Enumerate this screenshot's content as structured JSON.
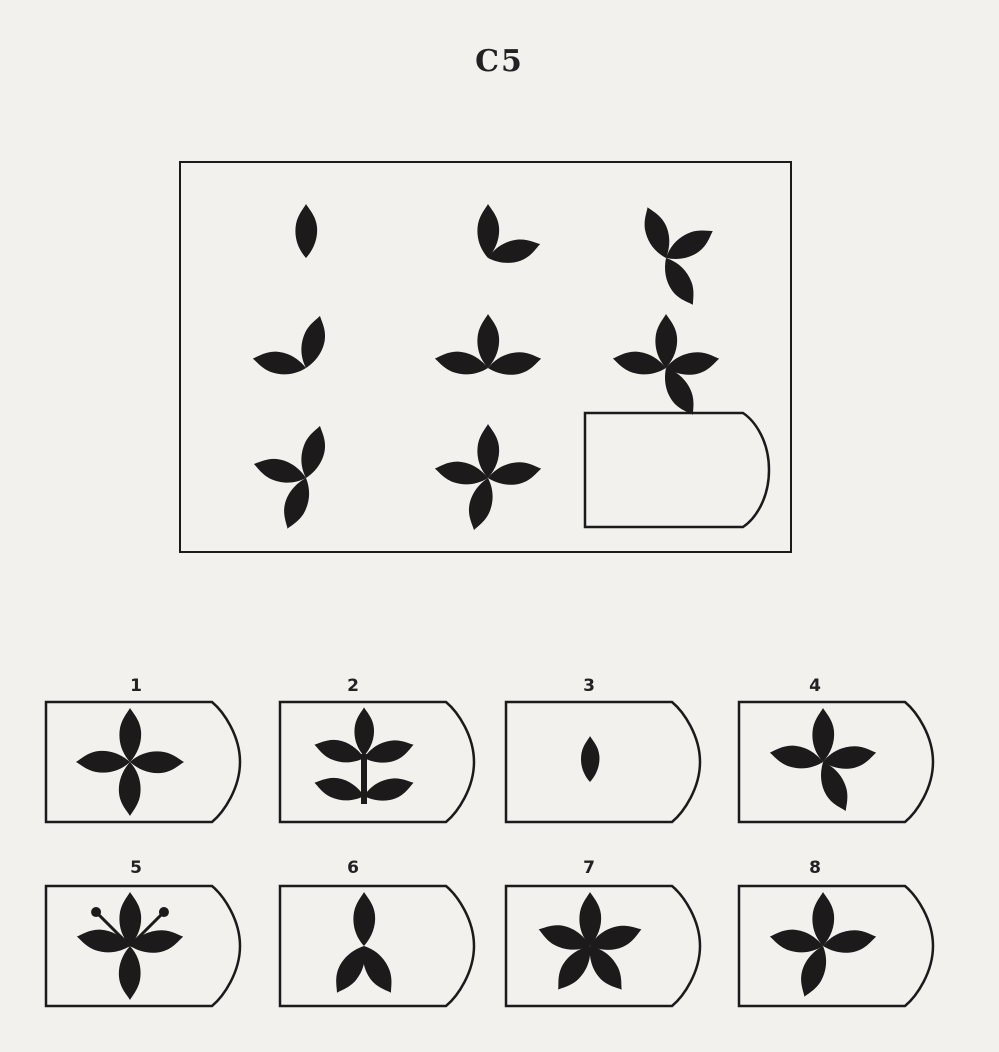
{
  "page": {
    "title": "C5"
  },
  "matrix": {
    "cells": [
      {
        "id": "r1c1",
        "petals": [
          0
        ]
      },
      {
        "id": "r1c2",
        "petals": [
          0,
          75
        ]
      },
      {
        "id": "r1c3",
        "petals": [
          -20,
          60,
          150
        ]
      },
      {
        "id": "r2c1",
        "petals": [
          15,
          -80
        ]
      },
      {
        "id": "r2c2",
        "petals": [
          0,
          80,
          -80
        ]
      },
      {
        "id": "r2c3",
        "petals": [
          0,
          80,
          -80,
          150
        ]
      },
      {
        "id": "r3c1",
        "petals": [
          15,
          -75,
          -160
        ]
      },
      {
        "id": "r3c2",
        "petals": [
          0,
          80,
          -80,
          -165
        ]
      },
      {
        "id": "r3c3",
        "petals": [],
        "blank": true
      }
    ]
  },
  "options": [
    {
      "number": "1",
      "petals": [
        0,
        90,
        180,
        -90
      ]
    },
    {
      "number": "2",
      "variant": "branched"
    },
    {
      "number": "3",
      "petals": [
        0
      ],
      "small": true
    },
    {
      "number": "4",
      "petals": [
        0,
        80,
        -80,
        155
      ]
    },
    {
      "number": "5",
      "variant": "stamens",
      "petals": [
        0,
        80,
        -80,
        180
      ]
    },
    {
      "number": "6",
      "petals": [
        0,
        150,
        -150
      ]
    },
    {
      "number": "7",
      "petals": [
        0,
        72,
        144,
        -144,
        -72
      ]
    },
    {
      "number": "8",
      "petals": [
        0,
        80,
        -80,
        -160
      ]
    }
  ],
  "colors": {
    "ink": "#1c1a1a",
    "paper": "#f3f1ee"
  }
}
